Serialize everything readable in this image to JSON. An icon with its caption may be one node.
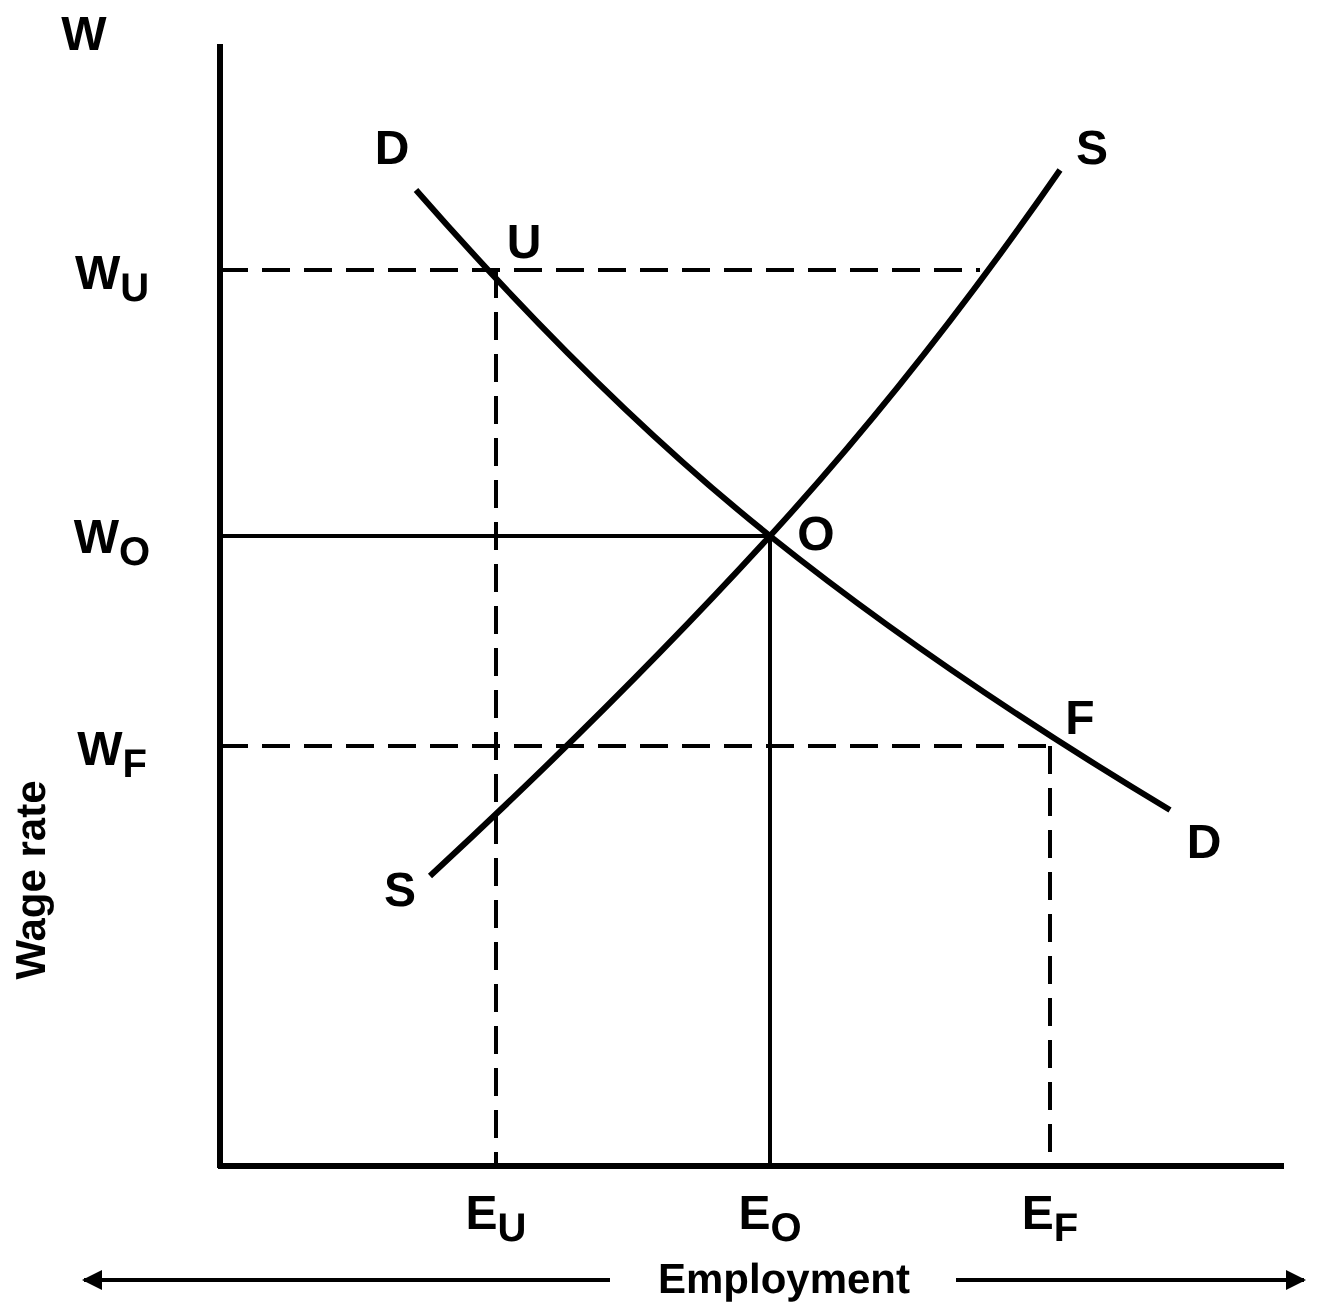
{
  "diagram": {
    "labels": [
      "W",
      "D",
      "S",
      "W$_{U}$",
      "U",
      "W$_{O}$",
      "O",
      "Wage rate",
      "W$_{F}$",
      "F",
      "D",
      "S",
      "E$_{U}$",
      "E$_{O}$",
      "E$_{F}$",
      "Employment"
    ]
  }
}
